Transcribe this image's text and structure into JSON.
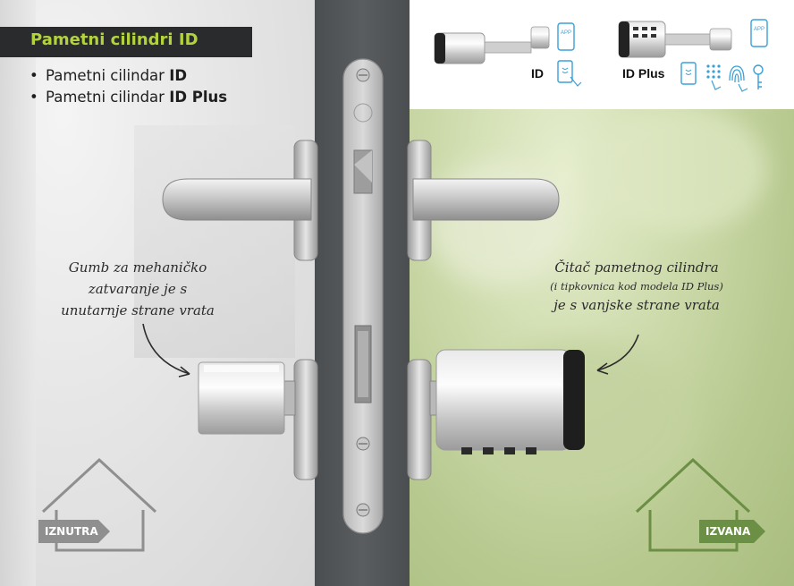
{
  "header": {
    "title": "Pametni cilindri ID",
    "bullets": [
      {
        "prefix": "Pametni cilindar ",
        "strong": "ID"
      },
      {
        "prefix": "Pametni cilindar ",
        "strong": "ID Plus"
      }
    ]
  },
  "products": {
    "id_label": "ID",
    "id_plus_label": "ID Plus",
    "id_features": [
      "app-icon",
      "card-tap-icon"
    ],
    "id_plus_features": [
      "app-icon",
      "card-tap-icon",
      "keypad-icon",
      "fingerprint-icon",
      "key-icon"
    ],
    "app_text": "APP"
  },
  "notes": {
    "inside": [
      "Gumb za mehaničko",
      "zatvaranje je s",
      "unutarnje strane vrata"
    ],
    "outside_line1": "Čitač pametnog cilindra",
    "outside_line2": "(i tipkovnica kod modela ID Plus)",
    "outside_line3": "je s vanjske strane vrata"
  },
  "tags": {
    "inside": "IZNUTRA",
    "outside": "IZVANA"
  },
  "colors": {
    "accent_green": "#b3d33c",
    "title_bg": "#2a2b2d",
    "outside_green": "#6b8f45",
    "inside_gray": "#8f8f8f",
    "door": "#55585a"
  }
}
